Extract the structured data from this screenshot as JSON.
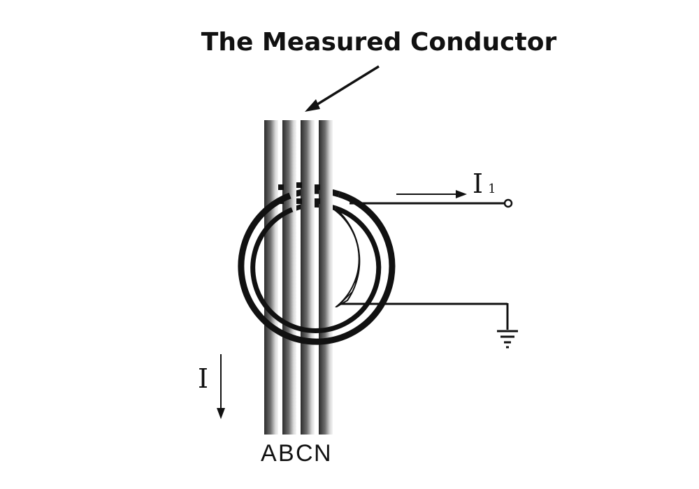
{
  "title": "The Measured Conductor",
  "current_main": {
    "symbol": "I"
  },
  "current_secondary": {
    "symbol": "I",
    "subscript": "1"
  },
  "phases": [
    {
      "label": "A"
    },
    {
      "label": "B"
    },
    {
      "label": "C"
    },
    {
      "label": "N"
    }
  ],
  "icons": {
    "ground": "ground-symbol-icon",
    "terminal": "terminal-circle-icon",
    "arrow": "arrow-icon"
  },
  "colors": {
    "ink": "#111111",
    "conductor_dark": "#2b2b2b",
    "conductor_light": "#e8e8e8",
    "background": "#ffffff"
  }
}
